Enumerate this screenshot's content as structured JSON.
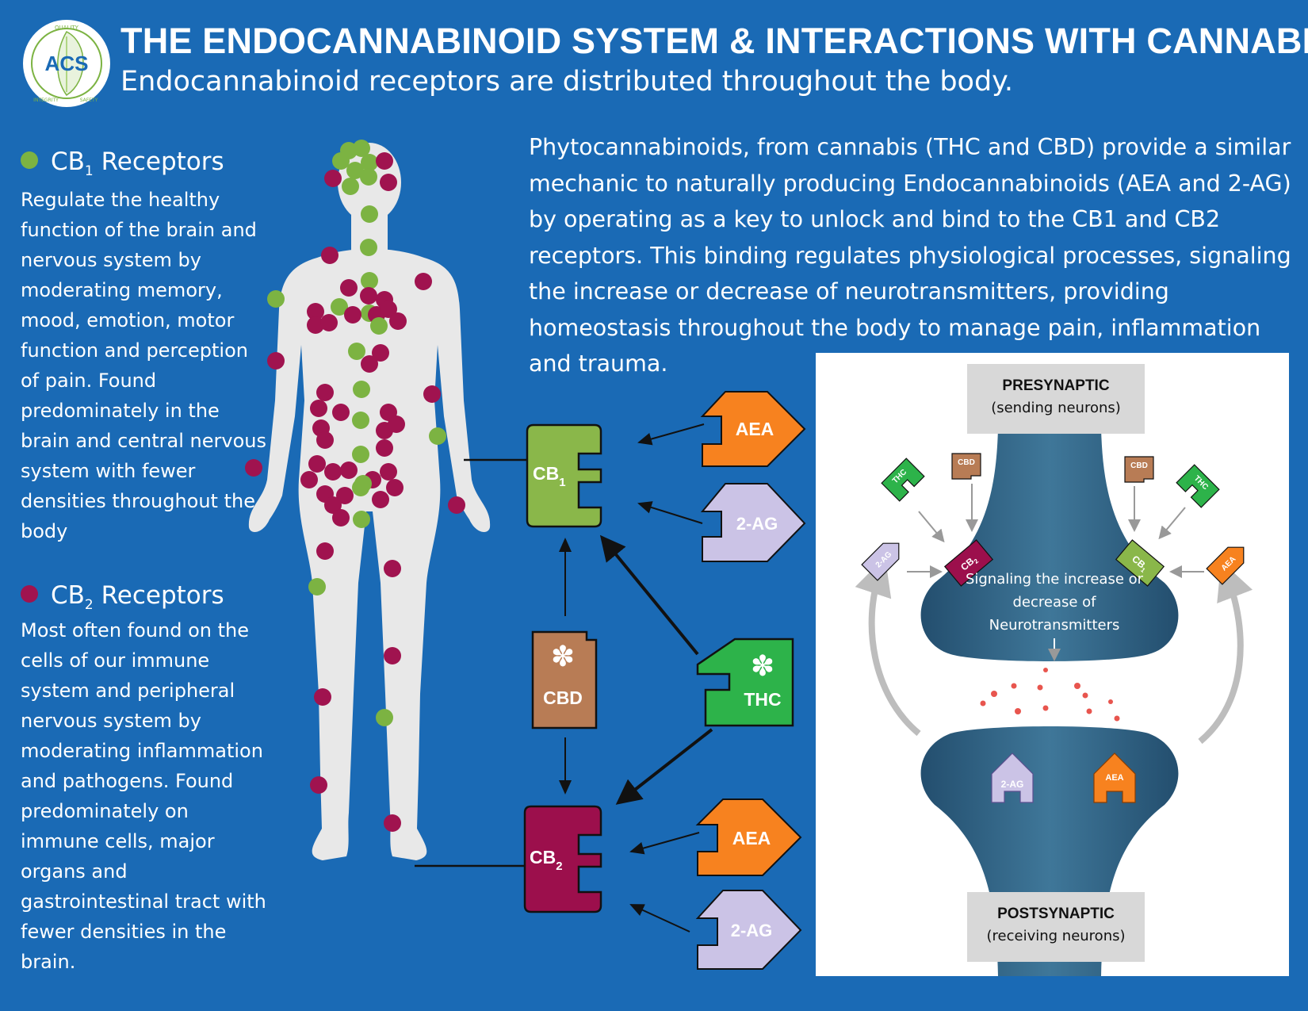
{
  "header": {
    "logo_text": "ACS",
    "logo_ring": [
      "QUALITY",
      "INTEGRITY",
      "SAFETY"
    ],
    "title": "THE ENDOCANNABINOID SYSTEM & INTERACTIONS WITH CANNABIS",
    "subtitle": "Endocannabinoid receptors are distributed throughout the body."
  },
  "cb1": {
    "label": "CB",
    "sub": "1",
    "suffix": " Receptors",
    "color": "#7cb342",
    "body": "Regulate the healthy function of the brain and nervous system by moderating memory, mood, emotion, motor function and perception of pain.  Found predominately in the brain and central nervous system with fewer densities throughout the body"
  },
  "cb2": {
    "label": "CB",
    "sub": "2",
    "suffix": " Receptors",
    "color": "#a0134f",
    "body": "Most often found on the cells of our immune system and peripheral nervous system by moderating inflammation and pathogens. Found predominately on immune cells, major organs and gastrointestinal tract with fewer densities in the brain."
  },
  "phyto_text": "Phytocannabinoids, from cannabis (THC and CBD) provide a similar mechanic to naturally producing Endocannabinoids (AEA and 2-AG) by operating as a key to unlock and bind to the CB1 and CB2 receptors. This binding regulates physiological processes, signaling the increase or decrease of neurotransmitters, providing homeostasis throughout the body to manage pain, inflammation and trauma.",
  "diagram": {
    "cb1_label": "CB",
    "cb1_sub": "1",
    "cb2_label": "CB",
    "cb2_sub": "2",
    "aea": "AEA",
    "two_ag": "2-AG",
    "cbd": "CBD",
    "thc": "THC",
    "colors": {
      "cb1": "#8ab74a",
      "cb2": "#9c0f4c",
      "aea": "#f7821f",
      "two_ag": "#cbc3e6",
      "cbd": "#b87c55",
      "thc": "#2db34a"
    }
  },
  "synapse": {
    "pre_title": "PRESYNAPTIC",
    "pre_sub": "(sending neurons)",
    "post_title": "POSTSYNAPTIC",
    "post_sub": "(receiving neurons)",
    "signal_text": "Signaling the increase or decrease of Neurotransmitters",
    "tags": {
      "thc": "THC",
      "cbd": "CBD",
      "two_ag": "2-AG",
      "aea": "AEA",
      "cb2": "CB",
      "cb2_sub": "2",
      "cb1": "CB",
      "cb1_sub": "1"
    }
  }
}
